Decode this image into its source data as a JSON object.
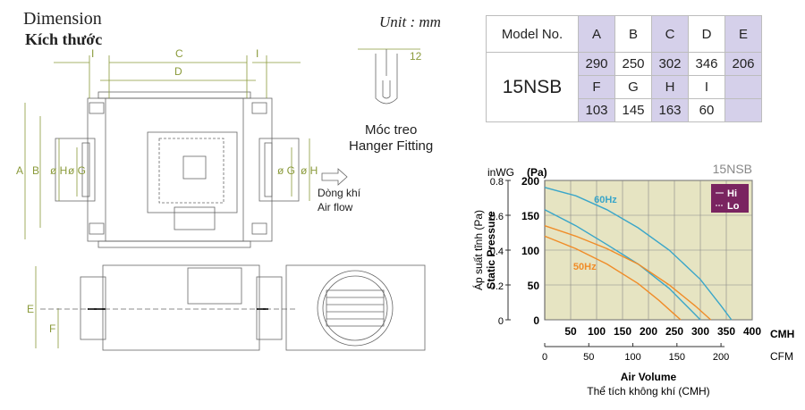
{
  "header": {
    "title_en": "Dimension",
    "title_vi": "Kích thước",
    "unit": "Unit : mm"
  },
  "drawing": {
    "labels": {
      "C": "C",
      "D": "D",
      "I_left": "I",
      "I_right": "I",
      "A": "A",
      "B": "B",
      "H_left": "ø H",
      "G_left": "ø G",
      "H_right": "ø H",
      "G_right": "ø G",
      "E": "E",
      "F": "F",
      "hanger_dim": "12"
    },
    "hanger_vi": "Móc treo",
    "hanger_en": "Hanger Fitting",
    "airflow_vi": "Dòng khí",
    "airflow_en": "Air flow"
  },
  "spec_table": {
    "model_label": "Model No.",
    "model": "15NSB",
    "row1_headers": [
      "A",
      "B",
      "C",
      "D",
      "E"
    ],
    "row1_values": [
      "290",
      "250",
      "302",
      "346",
      "206"
    ],
    "row2_headers": [
      "F",
      "G",
      "H",
      "I",
      ""
    ],
    "row2_values": [
      "103",
      "145",
      "163",
      "60",
      ""
    ]
  },
  "chart_data": {
    "type": "line",
    "title": "15NSB",
    "ylabel_vi": "Áp suất tĩnh (Pa)",
    "ylabel_en": "Static Pressure",
    "xlabel_en": "Air Volume",
    "xlabel_vi": "Thể tích không khí (CMH)",
    "y_unit_left": "inWG",
    "y_unit_right": "(Pa)",
    "x_unit_top": "CMH",
    "x_unit_bottom": "CFM",
    "ylim": [
      0,
      200
    ],
    "xlim": [
      0,
      400
    ],
    "y_ticks_pa": [
      0,
      50,
      100,
      150,
      200
    ],
    "y_ticks_inwg": [
      "0",
      "0.2",
      "0.4",
      "0.6",
      "0.8"
    ],
    "x_ticks_cmh": [
      50,
      100,
      150,
      200,
      250,
      300,
      350,
      400
    ],
    "x_ticks_cfm": [
      0,
      50,
      100,
      150,
      200
    ],
    "legend": [
      "Hi",
      "Lo"
    ],
    "annotations": [
      "60Hz",
      "50Hz"
    ],
    "grid": true,
    "colors": {
      "60Hz": "#3aa6c9",
      "50Hz": "#f08c28",
      "plot_bg": "#e6e4c2",
      "legend_bg": "#7a2460"
    },
    "series": [
      {
        "name": "60Hz Hi",
        "x": [
          0,
          60,
          120,
          180,
          240,
          300,
          340,
          360
        ],
        "y": [
          190,
          178,
          158,
          132,
          100,
          58,
          20,
          0
        ]
      },
      {
        "name": "60Hz Lo",
        "x": [
          0,
          60,
          120,
          180,
          240,
          280,
          300
        ],
        "y": [
          158,
          135,
          108,
          80,
          45,
          15,
          0
        ]
      },
      {
        "name": "50Hz Hi",
        "x": [
          0,
          60,
          120,
          180,
          240,
          290,
          320
        ],
        "y": [
          135,
          120,
          102,
          80,
          50,
          20,
          0
        ]
      },
      {
        "name": "50Hz Lo",
        "x": [
          0,
          60,
          120,
          180,
          220,
          250,
          262
        ],
        "y": [
          120,
          102,
          80,
          52,
          28,
          8,
          0
        ]
      }
    ]
  }
}
